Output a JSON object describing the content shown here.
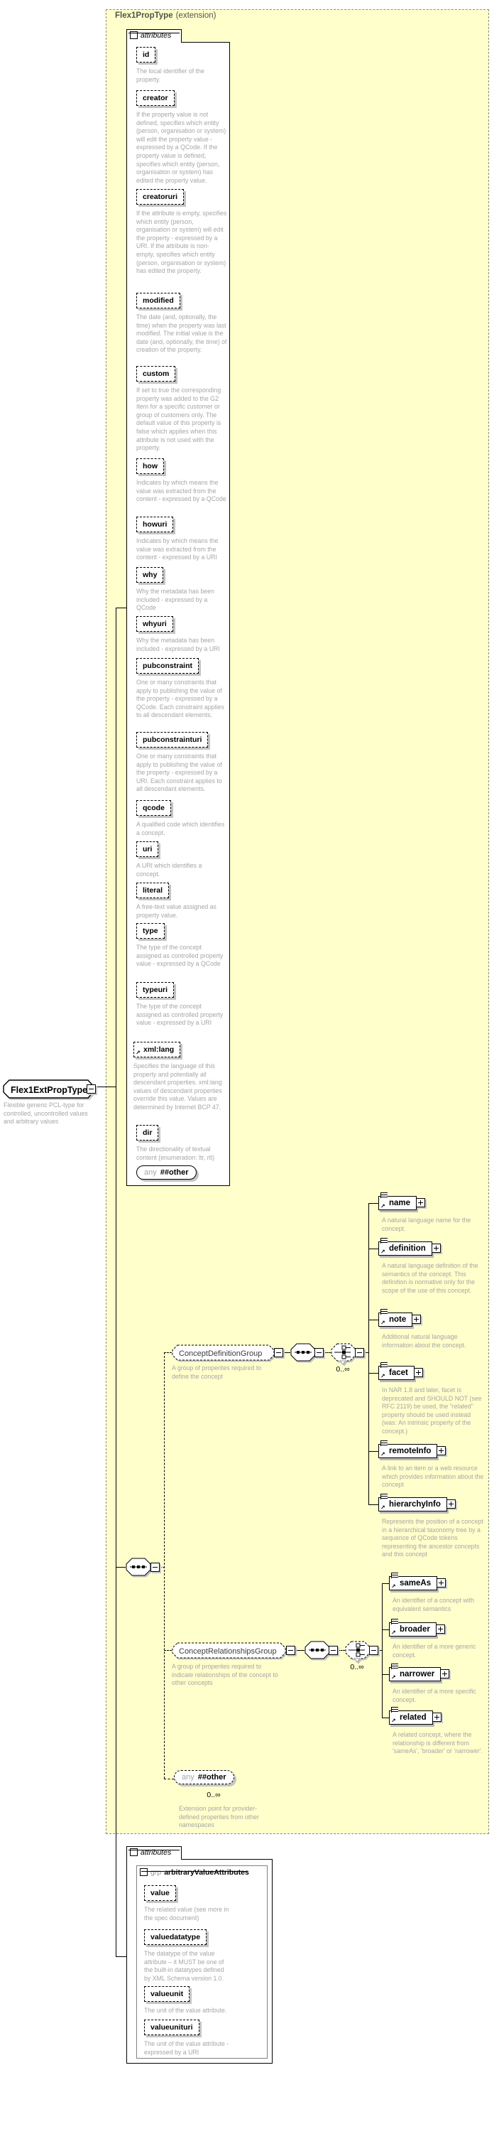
{
  "colors": {
    "extension_fill": "#FFFFCC",
    "description_text": "#A6A6A6",
    "shadow": "#C4C4C4"
  },
  "title": {
    "name": "Flex1PropType",
    "suffix": "(extension)"
  },
  "root": {
    "label": "Flex1ExtPropType",
    "desc": "Flexible generic PCL-type for controlled, uncontrolled values and arbitrary values"
  },
  "panel1": {
    "tab": "attributes",
    "attrs": [
      {
        "n": "id",
        "d": "The local identifier of the property."
      },
      {
        "n": "creator",
        "d": "If the property value is not defined, specifies which entity (person, organisation or system) will edit the property value - expressed by a QCode. If the property value is defined, specifies which entity (person, organisation or system) has edited the property value."
      },
      {
        "n": "creatoruri",
        "d": "If the attribute is empty, specifies which entity (person, organisation or system) will edit the property - expressed by a URI. If the attribute is non-empty, specifies which entity (person, organisation or system) has edited the property."
      },
      {
        "n": "modified",
        "d": "The date (and, optionally, the time) when the property was last modified. The initial value is the date (and, optionally, the time) of creation of the property."
      },
      {
        "n": "custom",
        "d": "If set to true the corresponding property was added to the G2 Item for a specific customer or group of customers only. The default value of this property is false which applies when this attribute is not used with the property."
      },
      {
        "n": "how",
        "d": "Indicates by which means the value was extracted from the content - expressed by a QCode"
      },
      {
        "n": "howuri",
        "d": "Indicates by which means the value was extracted from the content - expressed by a URI"
      },
      {
        "n": "why",
        "d": "Why the metadata has been included - expressed by a QCode"
      },
      {
        "n": "whyuri",
        "d": "Why the metadata has been included - expressed by a URI"
      },
      {
        "n": "pubconstraint",
        "d": "One or many constraints that apply to publishing the value of the property - expressed by a QCode. Each constraint applies to all descendant elements."
      },
      {
        "n": "pubconstrainturi",
        "d": "One or many constraints that apply to publishing the value of the property - expressed by a URI. Each constraint applies to all descendant elements."
      },
      {
        "n": "qcode",
        "d": "A qualified code which identifies a concept."
      },
      {
        "n": "uri",
        "d": "A URI which identifies a concept."
      },
      {
        "n": "literal",
        "d": "A free-text value assigned as property value."
      },
      {
        "n": "type",
        "d": "The type of the concept assigned as controlled property value - expressed by a QCode"
      },
      {
        "n": "typeuri",
        "d": "The type of the concept assigned as controlled property value - expressed by a URI"
      },
      {
        "n": "xml:lang",
        "d": "Specifies the language of this property and potentially all descendant properties. xml:lang values of descendant properties override this value. Values are determined by Internet BCP 47."
      },
      {
        "n": "dir",
        "d": "The directionality of textual content (enumeration: ltr, rtl)"
      }
    ],
    "any": {
      "pre": "any",
      "n": "##other"
    }
  },
  "tree": {
    "groups": [
      {
        "label": "ConceptDefinitionGroup",
        "desc": "A group of properites required to define the concept",
        "card": "0..∞",
        "els": [
          {
            "n": "name",
            "d": "A natural language name for the concept."
          },
          {
            "n": "definition",
            "d": "A natural language definition of the semantics of the concept. This definition is normative only for the scope of the use of this concept."
          },
          {
            "n": "note",
            "d": "Additional natural language information about the concept."
          },
          {
            "n": "facet",
            "d": "In NAR 1.8 and later, facet is deprecated and SHOULD NOT (see RFC 2119) be used, the \"related\" property should be used instead (was: An intrinsic property of the concept.)"
          },
          {
            "n": "remoteInfo",
            "d": "A link to an item or a web resource which provides information about the concept"
          },
          {
            "n": "hierarchyInfo",
            "d": "Represents the position of a concept in a hierarchical taxonomy tree by a sequence of QCode tokens representing the ancestor concepts and this concept"
          }
        ]
      },
      {
        "label": "ConceptRelationshipsGroup",
        "desc": "A group of properites required to indicate relationships of the concept to other concepts",
        "card": "0..∞",
        "els": [
          {
            "n": "sameAs",
            "d": "An identifier of a concept with equivalent semantics"
          },
          {
            "n": "broader",
            "d": "An identifier of a more generic concept."
          },
          {
            "n": "narrower",
            "d": "An identifier of a more specific concept."
          },
          {
            "n": "related",
            "d": "A related concept, where the relationship is different from 'sameAs', 'broader' or 'narrower'."
          }
        ]
      }
    ],
    "any": {
      "pre": "any",
      "n": "##other",
      "card": "0..∞",
      "desc": "Extension point for provider-defined properties from other namespaces"
    }
  },
  "panel2": {
    "tab": "attributes",
    "grp_kind": "grp",
    "grp_name": "arbitraryValueAttributes",
    "attrs": [
      {
        "n": "value",
        "d": "The related value (see more in the spec document)"
      },
      {
        "n": "valuedatatype",
        "d": "The datatype of the value attribute – it MUST be one of the built-in datatypes defined by XML Schema version 1.0."
      },
      {
        "n": "valueunit",
        "d": "The unit of the value attribute."
      },
      {
        "n": "valueunituri",
        "d": "The unit of the value attribute - expressed by a URI"
      }
    ]
  }
}
